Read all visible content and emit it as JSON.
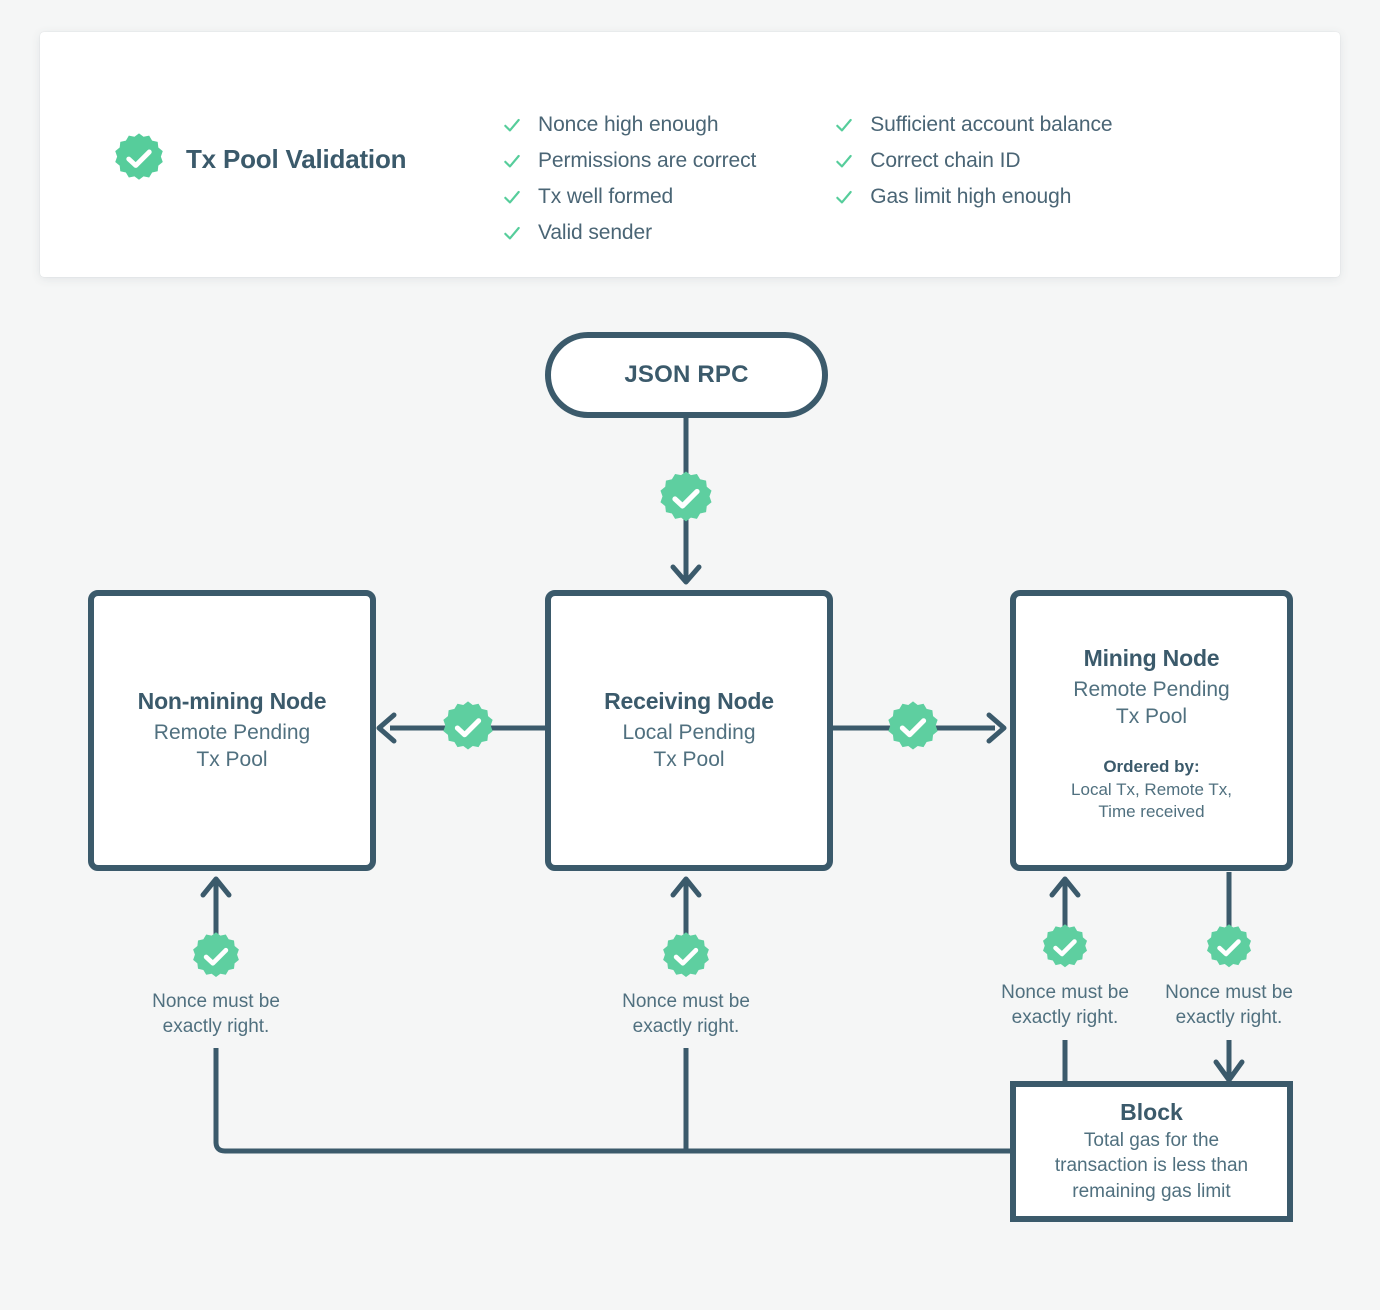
{
  "colors": {
    "background": "#f5f6f6",
    "card": "#ffffff",
    "stroke": "#3b5a6b",
    "title_text": "#3b5a6b",
    "body_text": "#50707f",
    "accent_green": "#5ecfa0",
    "check_green": "#56cd9b"
  },
  "header": {
    "icon": "check-badge-icon",
    "title": "Tx Pool Validation",
    "checklist_left": [
      "Nonce high enough",
      "Permissions are correct",
      "Tx well formed",
      "Valid sender"
    ],
    "checklist_right": [
      "Sufficient account balance",
      "Correct chain ID",
      "Gas limit high enough"
    ]
  },
  "diagram": {
    "entry": {
      "label": "JSON RPC"
    },
    "nodes": [
      {
        "id": "non-mining-node",
        "title": "Non-mining Node",
        "subtitle": "Remote Pending\nTx Pool"
      },
      {
        "id": "receiving-node",
        "title": "Receiving Node",
        "subtitle": "Local Pending\nTx Pool"
      },
      {
        "id": "mining-node",
        "title": "Mining Node",
        "subtitle": "Remote Pending\nTx Pool",
        "extra_label": "Ordered by:",
        "extra_text": "Local Tx, Remote Tx,\nTime received"
      }
    ],
    "block": {
      "id": "block",
      "title": "Block",
      "subtitle": "Total gas for the\ntransaction is less than\nremaining gas limit"
    },
    "nonce_labels": [
      "Nonce must be\nexactly right.",
      "Nonce must be\nexactly right.",
      "Nonce must be\nexactly right.",
      "Nonce must be\nexactly right."
    ],
    "badge_icon": "check-badge-icon"
  }
}
